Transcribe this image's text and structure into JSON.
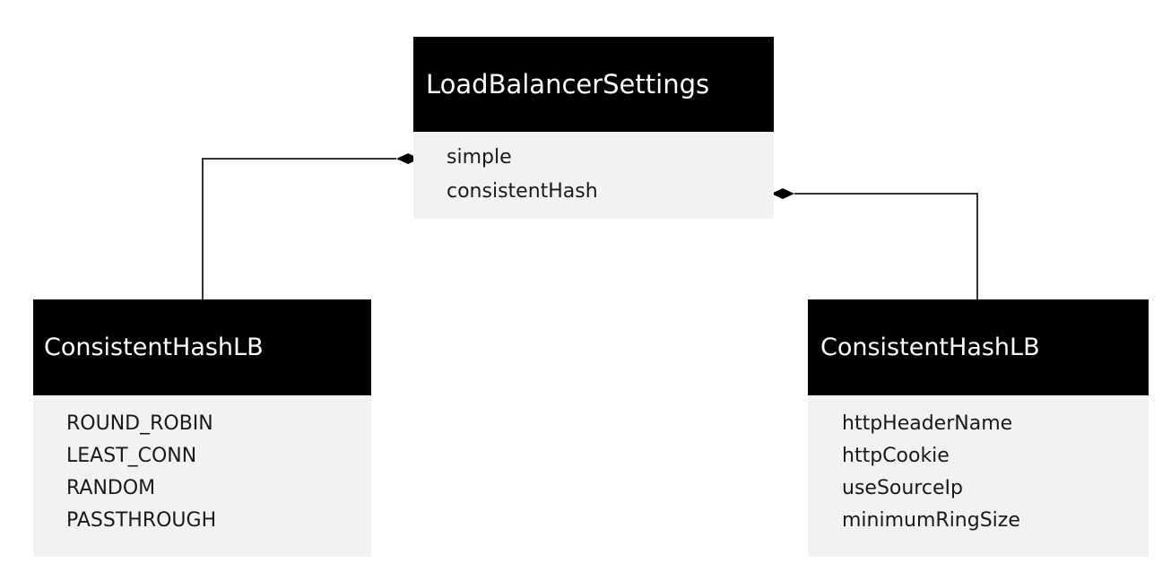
{
  "diagram": {
    "classes": [
      {
        "id": "load-balancer-settings",
        "name": "LoadBalancerSettings",
        "members": [
          "simple",
          "consistentHash"
        ]
      },
      {
        "id": "consistent-hash-lb-left",
        "name": "ConsistentHashLB",
        "members": [
          "ROUND_ROBIN",
          "LEAST_CONN",
          "RANDOM",
          "PASSTHROUGH"
        ]
      },
      {
        "id": "consistent-hash-lb-right",
        "name": "ConsistentHashLB",
        "members": [
          "httpHeaderName",
          "httpCookie",
          "useSourceIp",
          "minimumRingSize"
        ]
      }
    ],
    "relationships": [
      {
        "type": "composition",
        "whole": "LoadBalancerSettings",
        "whole_member": "simple",
        "part": "ConsistentHashLB (left)"
      },
      {
        "type": "composition",
        "whole": "LoadBalancerSettings",
        "whole_member": "consistentHash",
        "part": "ConsistentHashLB (right)"
      }
    ],
    "colors": {
      "header_background": "#000000",
      "header_text": "#ffffff",
      "body_background": "#f2f2f2",
      "member_text": "#1a1a1a",
      "connector": "#333333"
    }
  }
}
